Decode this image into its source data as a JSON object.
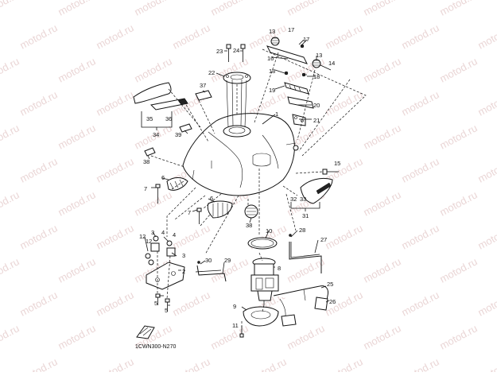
{
  "diagram": {
    "watermark_text": "motod.ru",
    "drawing_code": "1CWN300-N270",
    "callouts": [
      "1",
      "2",
      "3",
      "4",
      "5",
      "6",
      "7",
      "8",
      "9",
      "10",
      "11",
      "12",
      "13",
      "14",
      "15",
      "16",
      "17",
      "18",
      "19",
      "20",
      "21",
      "22",
      "23",
      "24",
      "25",
      "26",
      "27",
      "28",
      "29",
      "30",
      "31",
      "32",
      "33",
      "34",
      "35",
      "36",
      "37",
      "38",
      "39"
    ]
  }
}
